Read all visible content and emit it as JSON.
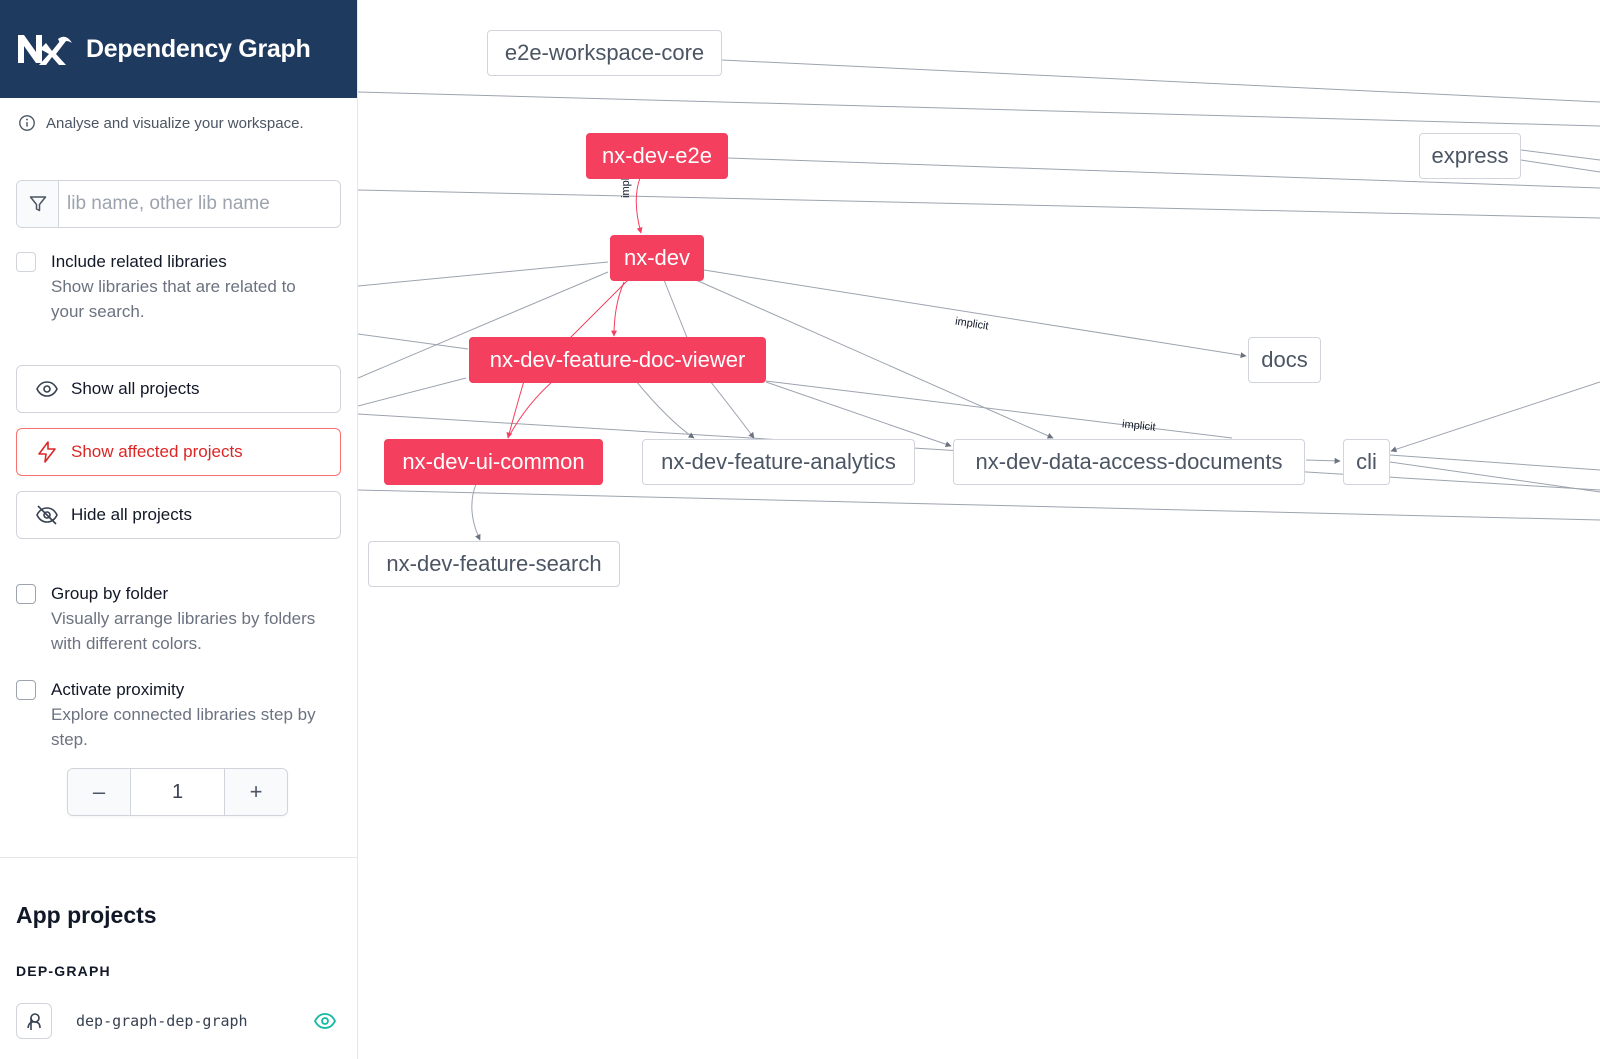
{
  "brand": {
    "title": "Dependency Graph"
  },
  "info": {
    "text": "Analyse and visualize your workspace."
  },
  "search": {
    "placeholder": "lib name, other lib name",
    "value": ""
  },
  "include_related": {
    "label": "Include related libraries",
    "description": "Show libraries that are related to your search.",
    "checked": false
  },
  "buttons": {
    "show_all": "Show all projects",
    "show_affected": "Show affected projects",
    "hide_all": "Hide all projects"
  },
  "group_by_folder": {
    "label": "Group by folder",
    "description": "Visually arrange libraries by folders with different colors.",
    "checked": false
  },
  "proximity": {
    "label": "Activate proximity",
    "description": "Explore connected libraries step by step.",
    "checked": false,
    "minus": "–",
    "value": "1",
    "plus": "+"
  },
  "app_projects": {
    "title": "App projects",
    "group": "DEP-GRAPH",
    "items": [
      {
        "name": "dep-graph-dep-graph",
        "visible": true
      }
    ]
  },
  "graph": {
    "nodes": [
      {
        "id": "e2e-workspace-core",
        "label": "e2e-workspace-core",
        "affected": false
      },
      {
        "id": "nx-dev-e2e",
        "label": "nx-dev-e2e",
        "affected": true
      },
      {
        "id": "express",
        "label": "express",
        "affected": false
      },
      {
        "id": "nx-dev",
        "label": "nx-dev",
        "affected": true
      },
      {
        "id": "nx-dev-feature-doc-viewer",
        "label": "nx-dev-feature-doc-viewer",
        "affected": true
      },
      {
        "id": "docs",
        "label": "docs",
        "affected": false
      },
      {
        "id": "nx-dev-ui-common",
        "label": "nx-dev-ui-common",
        "affected": true
      },
      {
        "id": "nx-dev-feature-analytics",
        "label": "nx-dev-feature-analytics",
        "affected": false
      },
      {
        "id": "nx-dev-data-access-documents",
        "label": "nx-dev-data-access-documents",
        "affected": false
      },
      {
        "id": "cli",
        "label": "cli",
        "affected": false
      },
      {
        "id": "nx-dev-feature-search",
        "label": "nx-dev-feature-search",
        "affected": false
      }
    ],
    "edge_labels": [
      "implicit",
      "implicit",
      "implicit"
    ],
    "colors": {
      "affected": "#f43f5e",
      "edge": "#9ca3af",
      "header": "#1e3a5f"
    }
  }
}
